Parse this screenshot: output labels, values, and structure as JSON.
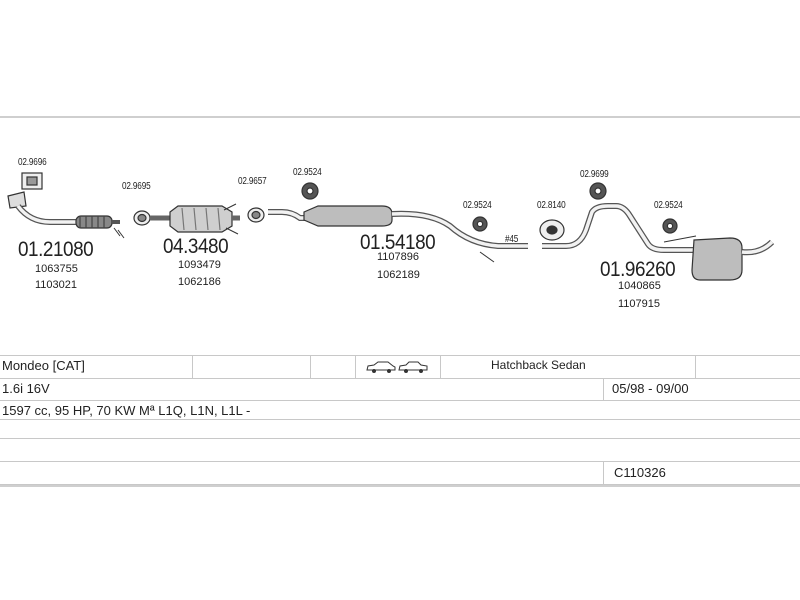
{
  "parts": [
    {
      "code": "01.21080",
      "refs": [
        "1063755",
        "1103021"
      ]
    },
    {
      "code": "04.3480",
      "refs": [
        "1093479",
        "1062186"
      ]
    },
    {
      "code": "01.54180",
      "refs": [
        "1107896",
        "1062189"
      ]
    },
    {
      "code": "01.96260",
      "refs": [
        "1040865",
        "1107915"
      ]
    }
  ],
  "small_labels": [
    "02.9696",
    "02.9695",
    "02.9657",
    "02.9524",
    "02.9524",
    "02.8140",
    "02.9699",
    "02.9524"
  ],
  "pipe_note": "#45",
  "table": {
    "model": "Mondeo  [CAT]",
    "body_type": "Hatchback Sedan",
    "engine": "1.6i 16V",
    "years": "05/98 - 09/00",
    "spec": "1597 cc, 95 HP, 70 KW Mª L1Q, L1N, L1L -",
    "catalog_no": "C110326"
  },
  "icons": [
    "hatchback-car-icon",
    "sedan-car-icon"
  ]
}
